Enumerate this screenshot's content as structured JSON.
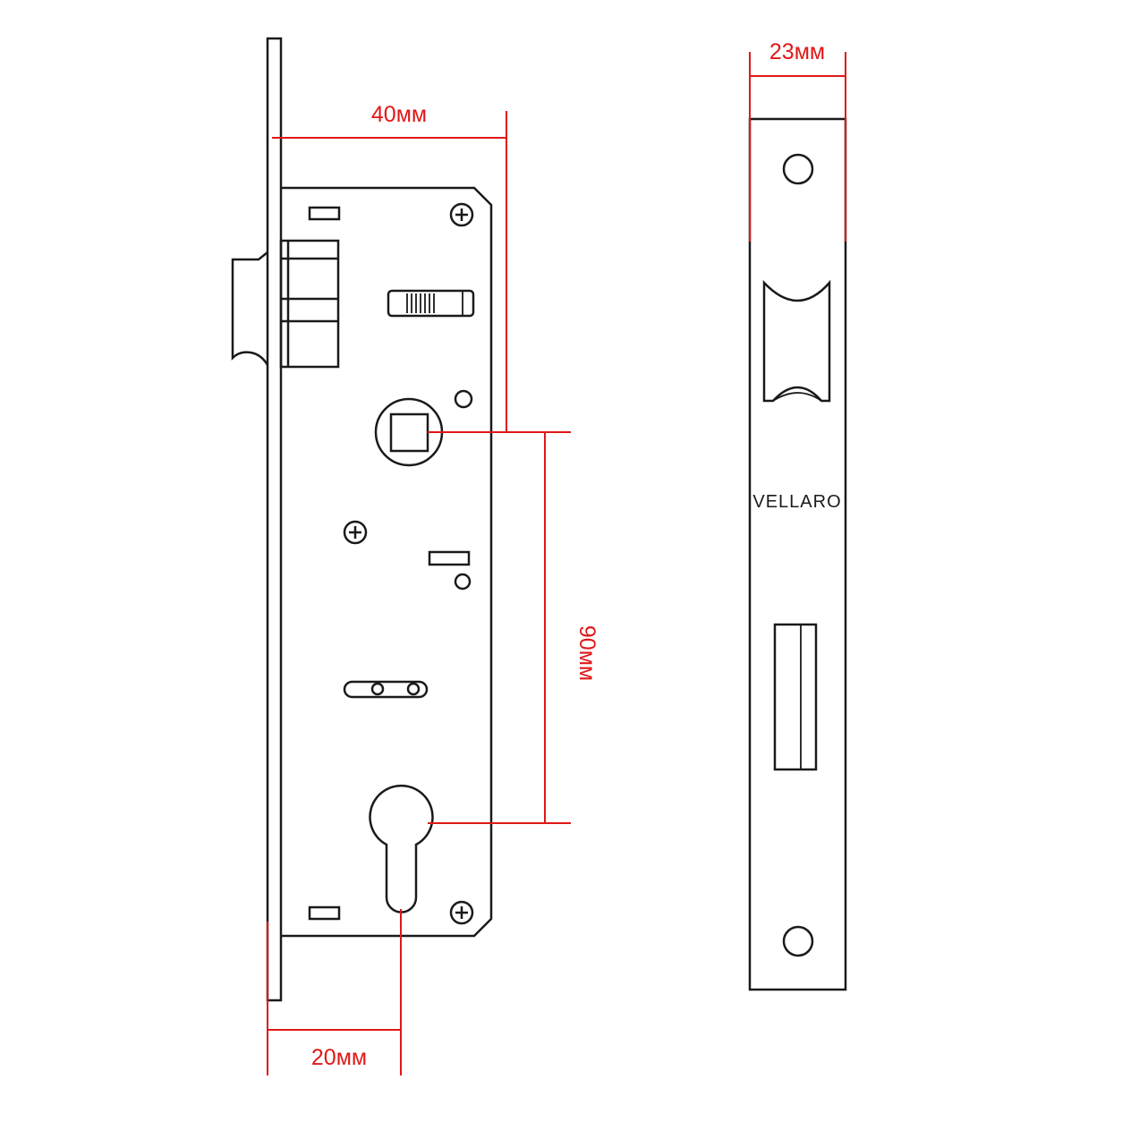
{
  "dimensions": {
    "faceplate_width": "23мм",
    "backset": "40мм",
    "center_distance": "90мм",
    "faceplate_to_cylinder": "20мм"
  },
  "faceplate": {
    "brand": "VELLARO"
  },
  "colors": {
    "drawing_ink": "#1a1a1a",
    "dimension_lines": "#e01818",
    "background": "#ffffff"
  }
}
